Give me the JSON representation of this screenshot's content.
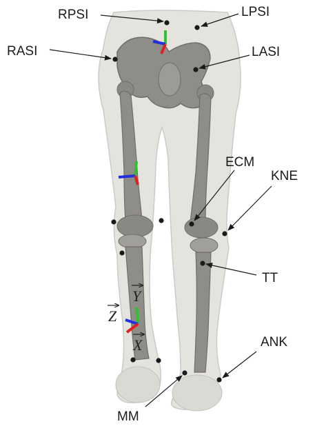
{
  "colors": {
    "background": "#ffffff",
    "skin": "#e3e2dd",
    "skin_edge": "#c9c8c2",
    "bone": "#8f8d87",
    "bone_dark": "#6f6d68",
    "marker": "#1a1a1a",
    "axis_red": "#e02020",
    "axis_green": "#30c030",
    "axis_blue": "#2030e0",
    "label": "#1a1a1a"
  },
  "markers": [
    {
      "label": "RPSI",
      "side": "right",
      "segment": "pelvis"
    },
    {
      "label": "LPSI",
      "side": "left",
      "segment": "pelvis"
    },
    {
      "label": "RASI",
      "side": "right",
      "segment": "pelvis"
    },
    {
      "label": "LASI",
      "side": "left",
      "segment": "pelvis"
    },
    {
      "label": "ECM",
      "side": "left",
      "segment": "knee"
    },
    {
      "label": "KNE",
      "side": "left",
      "segment": "knee"
    },
    {
      "label": "TT",
      "side": "left",
      "segment": "shank"
    },
    {
      "label": "ANK",
      "side": "left",
      "segment": "ankle"
    },
    {
      "label": "MM",
      "side": "left",
      "segment": "ankle"
    }
  ],
  "axes": {
    "x_label": "X",
    "y_label": "Y",
    "z_label": "Z",
    "colors": {
      "x": "red",
      "y": "green",
      "z": "blue"
    }
  }
}
